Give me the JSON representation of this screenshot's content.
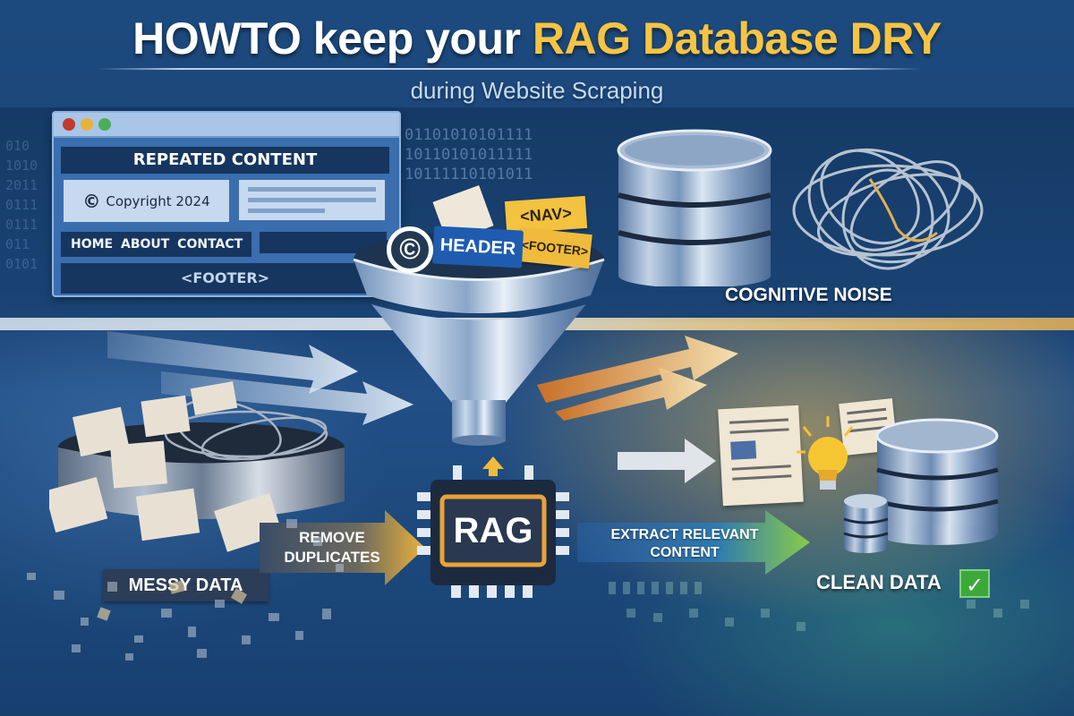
{
  "header": {
    "title_prefix": "HOWTO keep your ",
    "title_accent": "RAG Database DRY",
    "subtitle": "during Website Scraping"
  },
  "colors": {
    "background_blue": "#1a4478",
    "accent_yellow": "#f6c443",
    "chip_orange": "#e8a23a",
    "check_green": "#3ca83a"
  },
  "browser_panel": {
    "heading": "REPEATED CONTENT",
    "copyright_icon": "©",
    "copyright_text": "Copyright 2024",
    "nav_items": [
      "HOME",
      "ABOUT",
      "CONTACT"
    ],
    "nav_text": "HOME  ABOUT  CONTACT",
    "footer_tag": "<FOOTER>"
  },
  "binary_background": {
    "lines": "01101010101111\n10110101011111\n10111110101011",
    "left_lines": "010\n1010\n2011\n0111\n0111\n011\n0101"
  },
  "funnel": {
    "tags": {
      "copyright_icon": "©",
      "header": "HEADER",
      "nav": "<NAV>",
      "footer": "<FOOTER>"
    }
  },
  "labels": {
    "cognitive_noise": "COGNITIVE NOISE",
    "messy_data": "MESSY DATA",
    "remove_duplicates": "REMOVE DUPLICATES",
    "rag": "RAG",
    "extract_relevant_content": "EXTRACT RELEVANT CONTENT",
    "clean_data": "CLEAN DATA",
    "check_icon": "✓"
  }
}
